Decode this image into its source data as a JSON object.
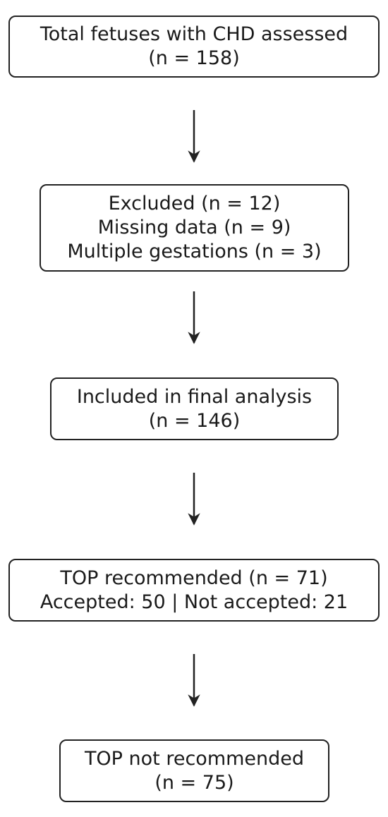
{
  "nodes": [
    {
      "id": "total-assessed",
      "lines": [
        "Total fetuses with CHD assessed",
        "(n = 158)"
      ]
    },
    {
      "id": "excluded",
      "lines": [
        "Excluded (n = 12)",
        "Missing data (n = 9)",
        "Multiple gestations (n = 3)"
      ]
    },
    {
      "id": "included",
      "lines": [
        "Included in final analysis",
        "(n = 146)"
      ]
    },
    {
      "id": "top-recommended",
      "lines": [
        "TOP recommended (n = 71)",
        "Accepted: 50 | Not accepted: 21"
      ]
    },
    {
      "id": "top-not-recommended",
      "lines": [
        "TOP not recommended",
        "(n = 75)"
      ]
    }
  ],
  "edges": [
    {
      "from": "total-assessed",
      "to": "excluded"
    },
    {
      "from": "excluded",
      "to": "included"
    },
    {
      "from": "included",
      "to": "top-recommended"
    },
    {
      "from": "top-recommended",
      "to": "top-not-recommended"
    }
  ],
  "colors": {
    "border": "#222222",
    "arrow": "#222222",
    "text": "#1a1a1a",
    "background": "#ffffff"
  }
}
